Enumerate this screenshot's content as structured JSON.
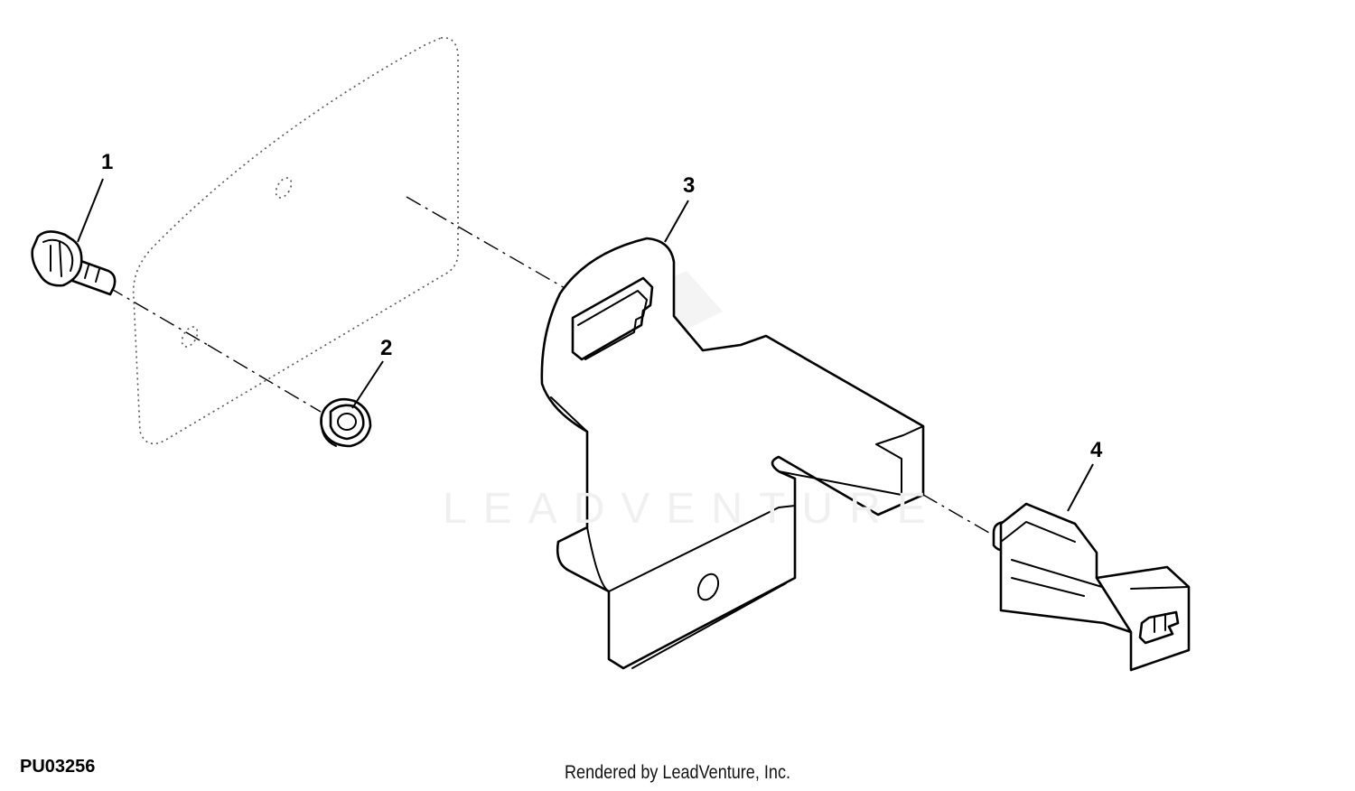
{
  "diagram": {
    "id_code": "PU03256",
    "credit": "Rendered by LeadVenture, Inc.",
    "watermark": "LEADVENTURE",
    "callouts": [
      {
        "label": "1",
        "part": "flange-bolt"
      },
      {
        "label": "2",
        "part": "flange-nut"
      },
      {
        "label": "3",
        "part": "mounting-bracket"
      },
      {
        "label": "4",
        "part": "switch-connector"
      }
    ]
  }
}
